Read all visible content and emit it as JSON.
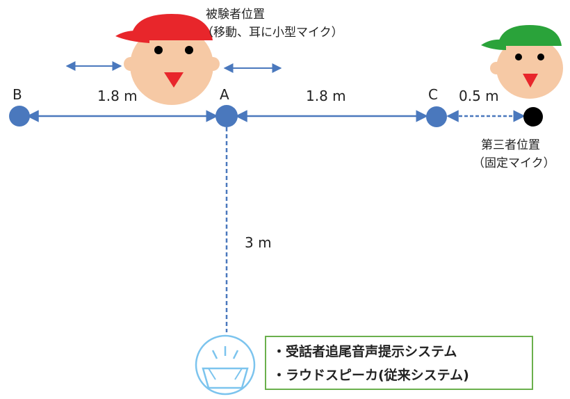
{
  "points": {
    "b": "B",
    "a": "A",
    "c": "C"
  },
  "distances": {
    "b_to_a": "1.8 m",
    "a_to_c": "1.8 m",
    "c_to_third": "0.5 m",
    "a_to_speaker": "3 m"
  },
  "subject": {
    "line1": "被験者位置",
    "line2": "（移動、耳に小型マイク）"
  },
  "third_person": {
    "line1": "第三者位置",
    "line2": "（固定マイク）"
  },
  "legend": {
    "item1": "・受話者追尾音声提示システム",
    "item2": "・ラウドスピーカ(従来システム)"
  },
  "colors": {
    "node": "#4a78bd",
    "line": "#4a78bd",
    "face": "#f6c9a5",
    "subject_cap": "#e8262b",
    "third_cap": "#2aa33a",
    "nose": "#e8262b",
    "legend_border": "#6ab04c",
    "speaker": "#7cc4ee"
  }
}
